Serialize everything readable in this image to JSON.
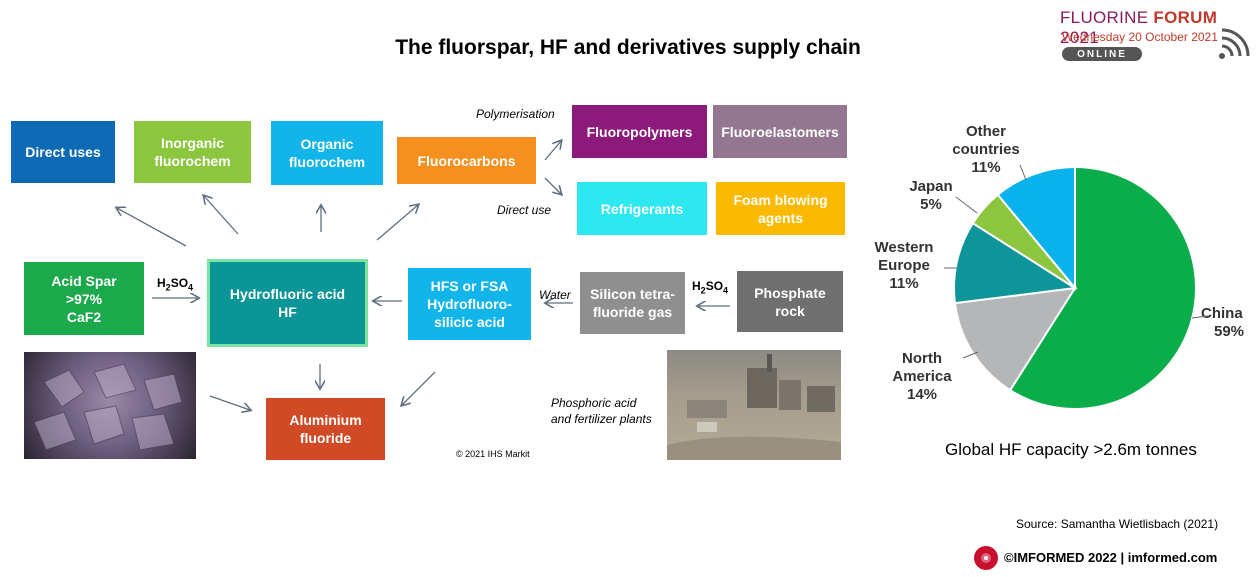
{
  "title": "The fluorspar, HF and derivatives supply chain",
  "logo": {
    "line1_a": "FLUORINE ",
    "line1_b": "FORUM",
    "line1_c": " 2021",
    "line2": "Wednesday 20 October 2021",
    "badge": "ONLINE"
  },
  "diagram": {
    "boxes": {
      "direct_uses": "Direct uses",
      "inorganic": "Inorganic fluorochem",
      "organic": "Organic fluorochem",
      "fluorocarbons": "Fluorocarbons",
      "fluoropolymers": "Fluoropolymers",
      "fluoroelastomers": "Fluoroelastomers",
      "refrigerants": "Refrigerants",
      "foam": "Foam blowing agents",
      "acid_spar_1": "Acid Spar",
      "acid_spar_2": ">97%",
      "acid_spar_3": "CaF2",
      "hf_1": "Hydrofluoric acid",
      "hf_2": "HF",
      "hfs_1": "HFS or FSA",
      "hfs_2": "Hydrofluoro-",
      "hfs_3": "silicic acid",
      "silicon_1": "Silicon tetra-",
      "silicon_2": "fluoride gas",
      "phosphate_1": "Phosphate",
      "phosphate_2": "rock",
      "aluminium_1": "Aluminium",
      "aluminium_2": "fluoride"
    },
    "labels": {
      "polymerisation": "Polymerisation",
      "direct_use": "Direct use",
      "h2so4_main": "H",
      "h2so4_sub1": "2",
      "h2so4_mid": "SO",
      "h2so4_sub2": "4",
      "water": "Water",
      "phosphoric_1": "Phosphoric acid",
      "phosphoric_2": "and fertilizer plants",
      "copyright": "© 2021 IHS Markit"
    },
    "colors": {
      "blue_dark": "#0e6ab4",
      "green_light": "#8cc63f",
      "cyan": "#12b5ea",
      "orange": "#f5901e",
      "purple": "#8c1a7a",
      "mauve": "#937690",
      "aqua": "#2ee8f0",
      "yellow": "#fbb900",
      "green": "#1ba94c",
      "teal": "#0b9597",
      "gray": "#8f8f8f",
      "gray_dark": "#6f6f6f",
      "red": "#d04a26"
    }
  },
  "chart_data": {
    "type": "pie",
    "title": "",
    "caption": "Global HF capacity >2.6m tonnes",
    "slices": [
      {
        "label": "China",
        "value": 59,
        "pct_label": "59%",
        "color": "#0aad4a"
      },
      {
        "label": "North America",
        "value": 14,
        "pct_label": "14%",
        "color": "#b4b6b8"
      },
      {
        "label": "Western Europe",
        "value": 11,
        "pct_label": "11%",
        "color": "#0e959a"
      },
      {
        "label": "Japan",
        "value": 5,
        "pct_label": "5%",
        "color": "#8cc63f"
      },
      {
        "label": "Other countries",
        "value": 11,
        "pct_label": "11%",
        "color": "#09b2ec"
      }
    ],
    "start_angle_deg": 0,
    "direction": "clockwise"
  },
  "footer": {
    "source": "Source: Samantha Wietlisbach (2021)",
    "brand": "©IMFORMED 2022  |  imformed.com"
  }
}
